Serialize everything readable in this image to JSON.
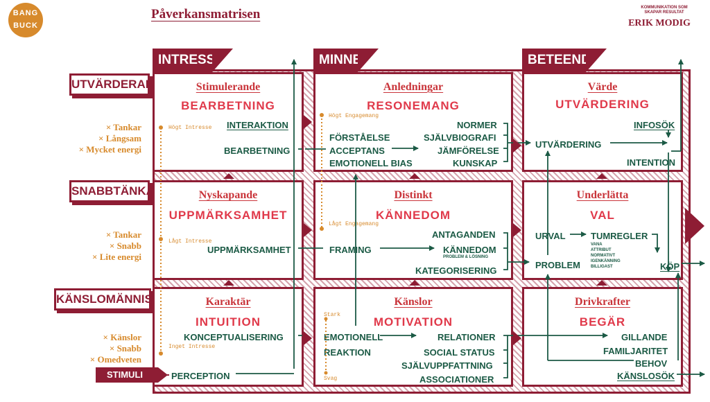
{
  "header": {
    "title": "Påverkansmatrisen",
    "logo_line1": "BANG",
    "logo_line2": "BUCK",
    "tagline": "KOMMUNIKATION SOM SKAPAR RESULTAT",
    "brand": "ERIK MODIG"
  },
  "columns": [
    "INTRESSE",
    "MINNE",
    "BETEENDE"
  ],
  "rows": [
    {
      "label": "UTVÄRDERAREN",
      "attrs": [
        "× Tankar",
        "× Långsam",
        "× Mycket energi"
      ]
    },
    {
      "label": "SNABBTÄNKAREN",
      "attrs": [
        "× Tankar",
        "× Snabb",
        "× Lite energi"
      ]
    },
    {
      "label": "KÄNSLOMÄNNISKAN",
      "attrs": [
        "× Känslor",
        "× Snabb",
        "× Omedveten"
      ]
    }
  ],
  "cells": {
    "c11": {
      "title": "Stimulerande",
      "sub": "BEARBETNING",
      "items": [
        "INTERAKTION",
        "BEARBETNING"
      ]
    },
    "c12": {
      "title": "Anledningar",
      "sub": "RESONEMANG",
      "items": [
        "FÖRSTÅELSE",
        "ACCEPTANS",
        "EMOTIONELL BIAS",
        "NORMER",
        "SJÄLVBIOGRAFI",
        "JÄMFÖRELSE",
        "KUNSKAP"
      ]
    },
    "c13": {
      "title": "Värde",
      "sub": "UTVÄRDERING",
      "items": [
        "INFOSÖK",
        "UTVÄRDERING",
        "INTENTION"
      ]
    },
    "c21": {
      "title": "Nyskapande",
      "sub": "UPPMÄRKSAMHET",
      "items": [
        "UPPMÄRKSAMHET"
      ]
    },
    "c22": {
      "title": "Distinkt",
      "sub": "KÄNNEDOM",
      "items": [
        "FRAMING",
        "ANTAGANDEN",
        "KÄNNEDOM",
        "PROBLEM & LÖSNING",
        "KATEGORISERING"
      ]
    },
    "c23": {
      "title": "Underlätta",
      "sub": "VAL",
      "items": [
        "URVAL",
        "TUMREGLER",
        "VANA",
        "ATTRIBUT",
        "NORMATIVT",
        "IGENKÄNNING",
        "BILLIGAST",
        "PROBLEM",
        "KÖP"
      ]
    },
    "c31": {
      "title": "Karaktär",
      "sub": "INTUITION",
      "items": [
        "KONCEPTUALISERING",
        "PERCEPTION"
      ]
    },
    "c32": {
      "title": "Känslor",
      "sub": "MOTIVATION",
      "items": [
        "EMOTIONELL",
        "REAKTION",
        "RELATIONER",
        "SOCIAL STATUS",
        "SJÄLVUPPFATTNING",
        "ASSOCIATIONER"
      ]
    },
    "c33": {
      "title": "Drivkrafter",
      "sub": "BEGÄR",
      "items": [
        "GILLANDE",
        "FAMILJARITET",
        "BEHOV",
        "KÄNSLOSÖK"
      ]
    }
  },
  "engagement": {
    "interest_high": "Högt Intresse",
    "interest_low": "Lågt Intresse",
    "interest_none": "Inget Intresse",
    "eng_high": "Högt Engagemang",
    "eng_low": "Lågt Engagemang",
    "strong": "Stark",
    "weak": "Svag"
  },
  "stimuli": "STIMULI",
  "colors": {
    "maroon": "#8e1d34",
    "red": "#e0394a",
    "green": "#1b5a45",
    "orange": "#d78a2c"
  }
}
